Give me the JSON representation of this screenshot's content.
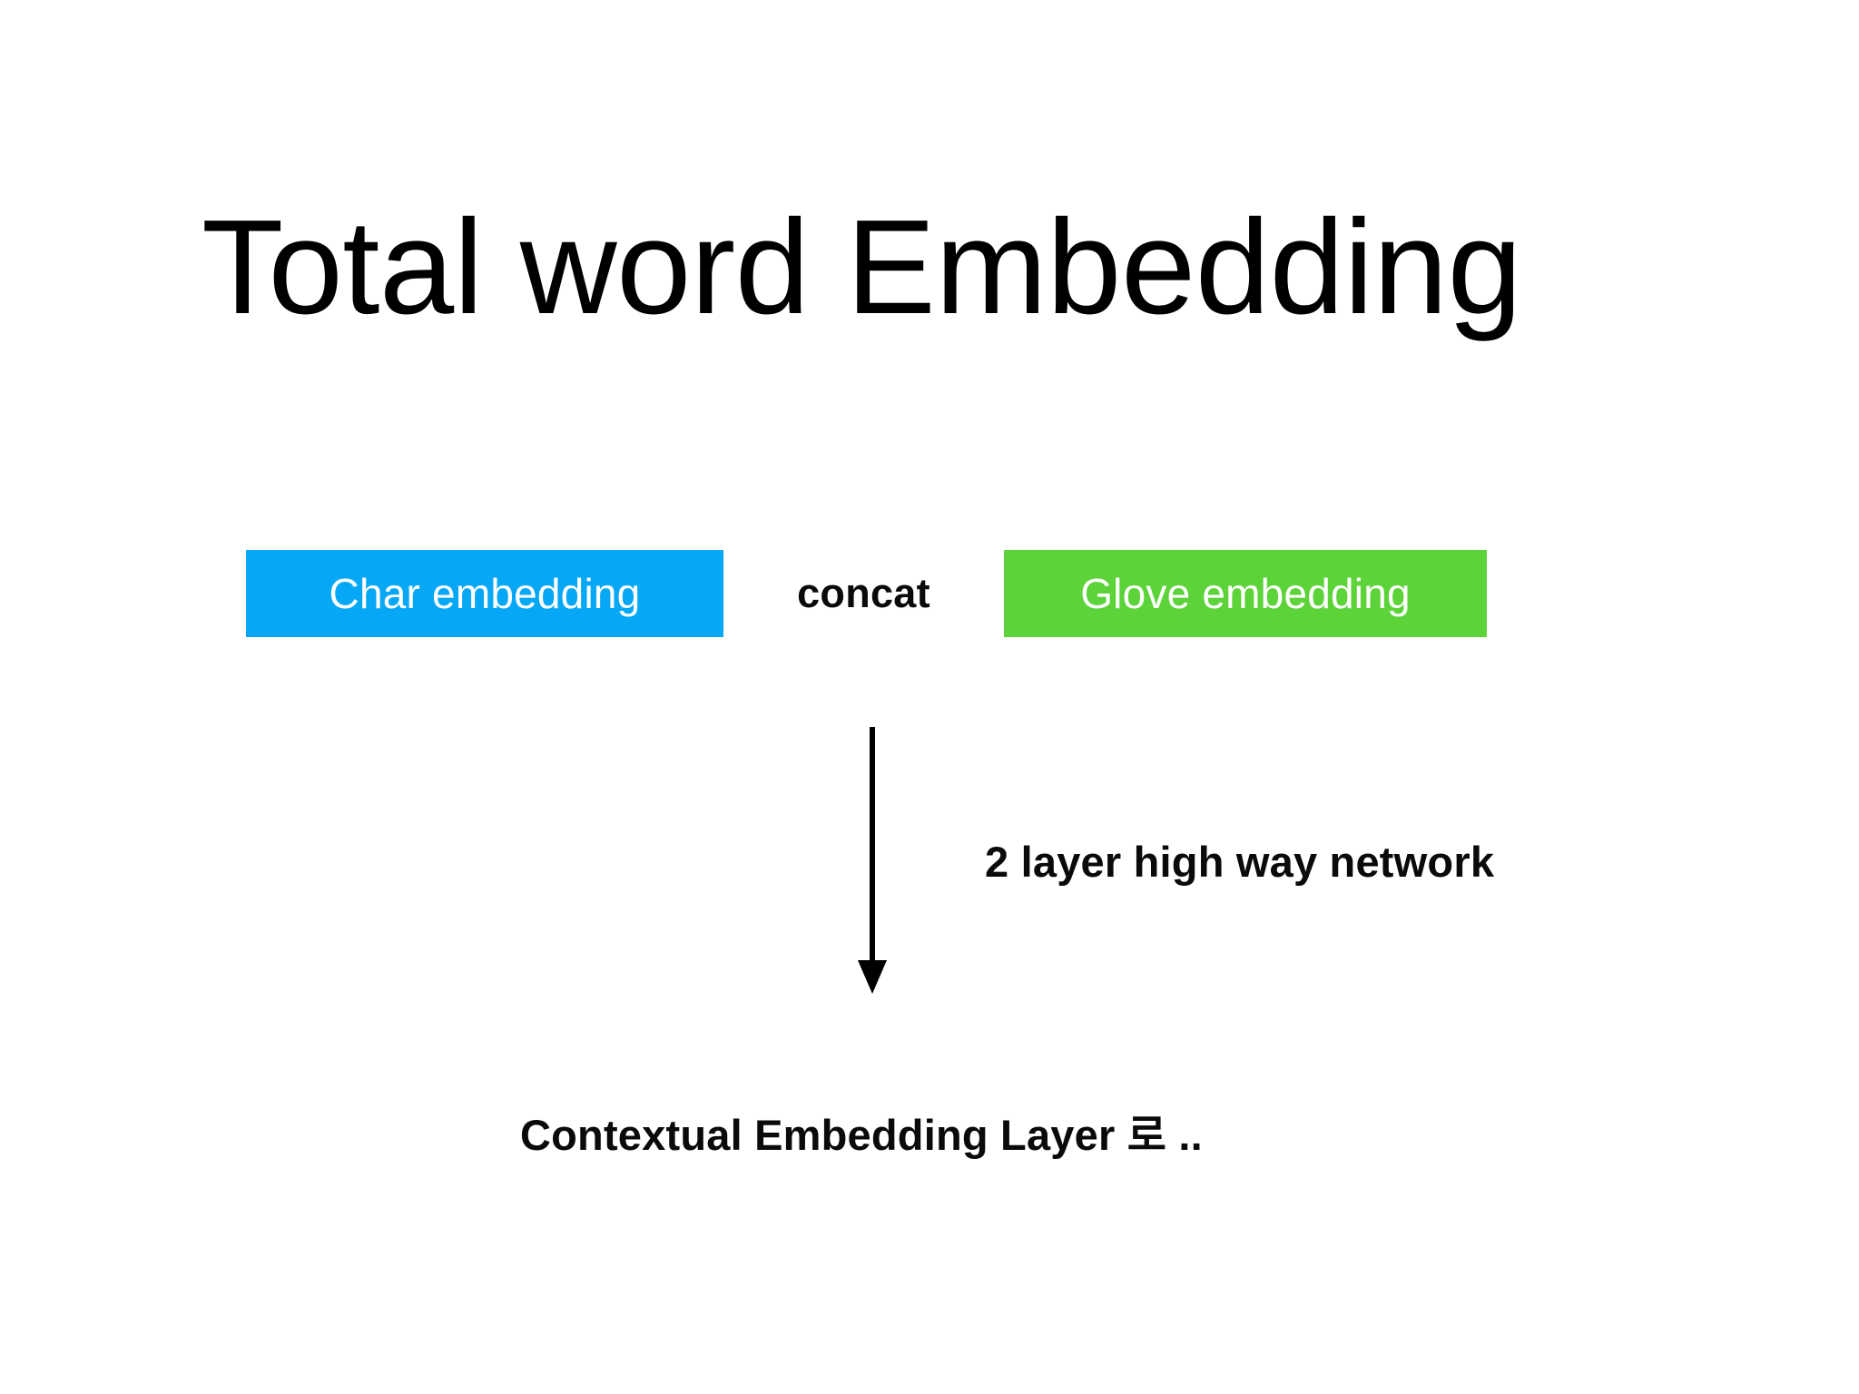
{
  "slide": {
    "title": "Total word Embedding",
    "background_color": "#ffffff"
  },
  "diagram": {
    "boxes": [
      {
        "id": "char-embedding",
        "label": "Char embedding",
        "fill_color": "#06A7F5",
        "text_color": "#ffffff"
      },
      {
        "id": "glove-embedding",
        "label": "Glove embedding",
        "fill_color": "#5CD338",
        "text_color": "#ffffff"
      }
    ],
    "connector_label": "concat",
    "arrow": {
      "direction": "down",
      "color": "#000000"
    },
    "arrow_annotation": "2 layer high way network",
    "caption": "Contextual Embedding Layer 로 .."
  }
}
